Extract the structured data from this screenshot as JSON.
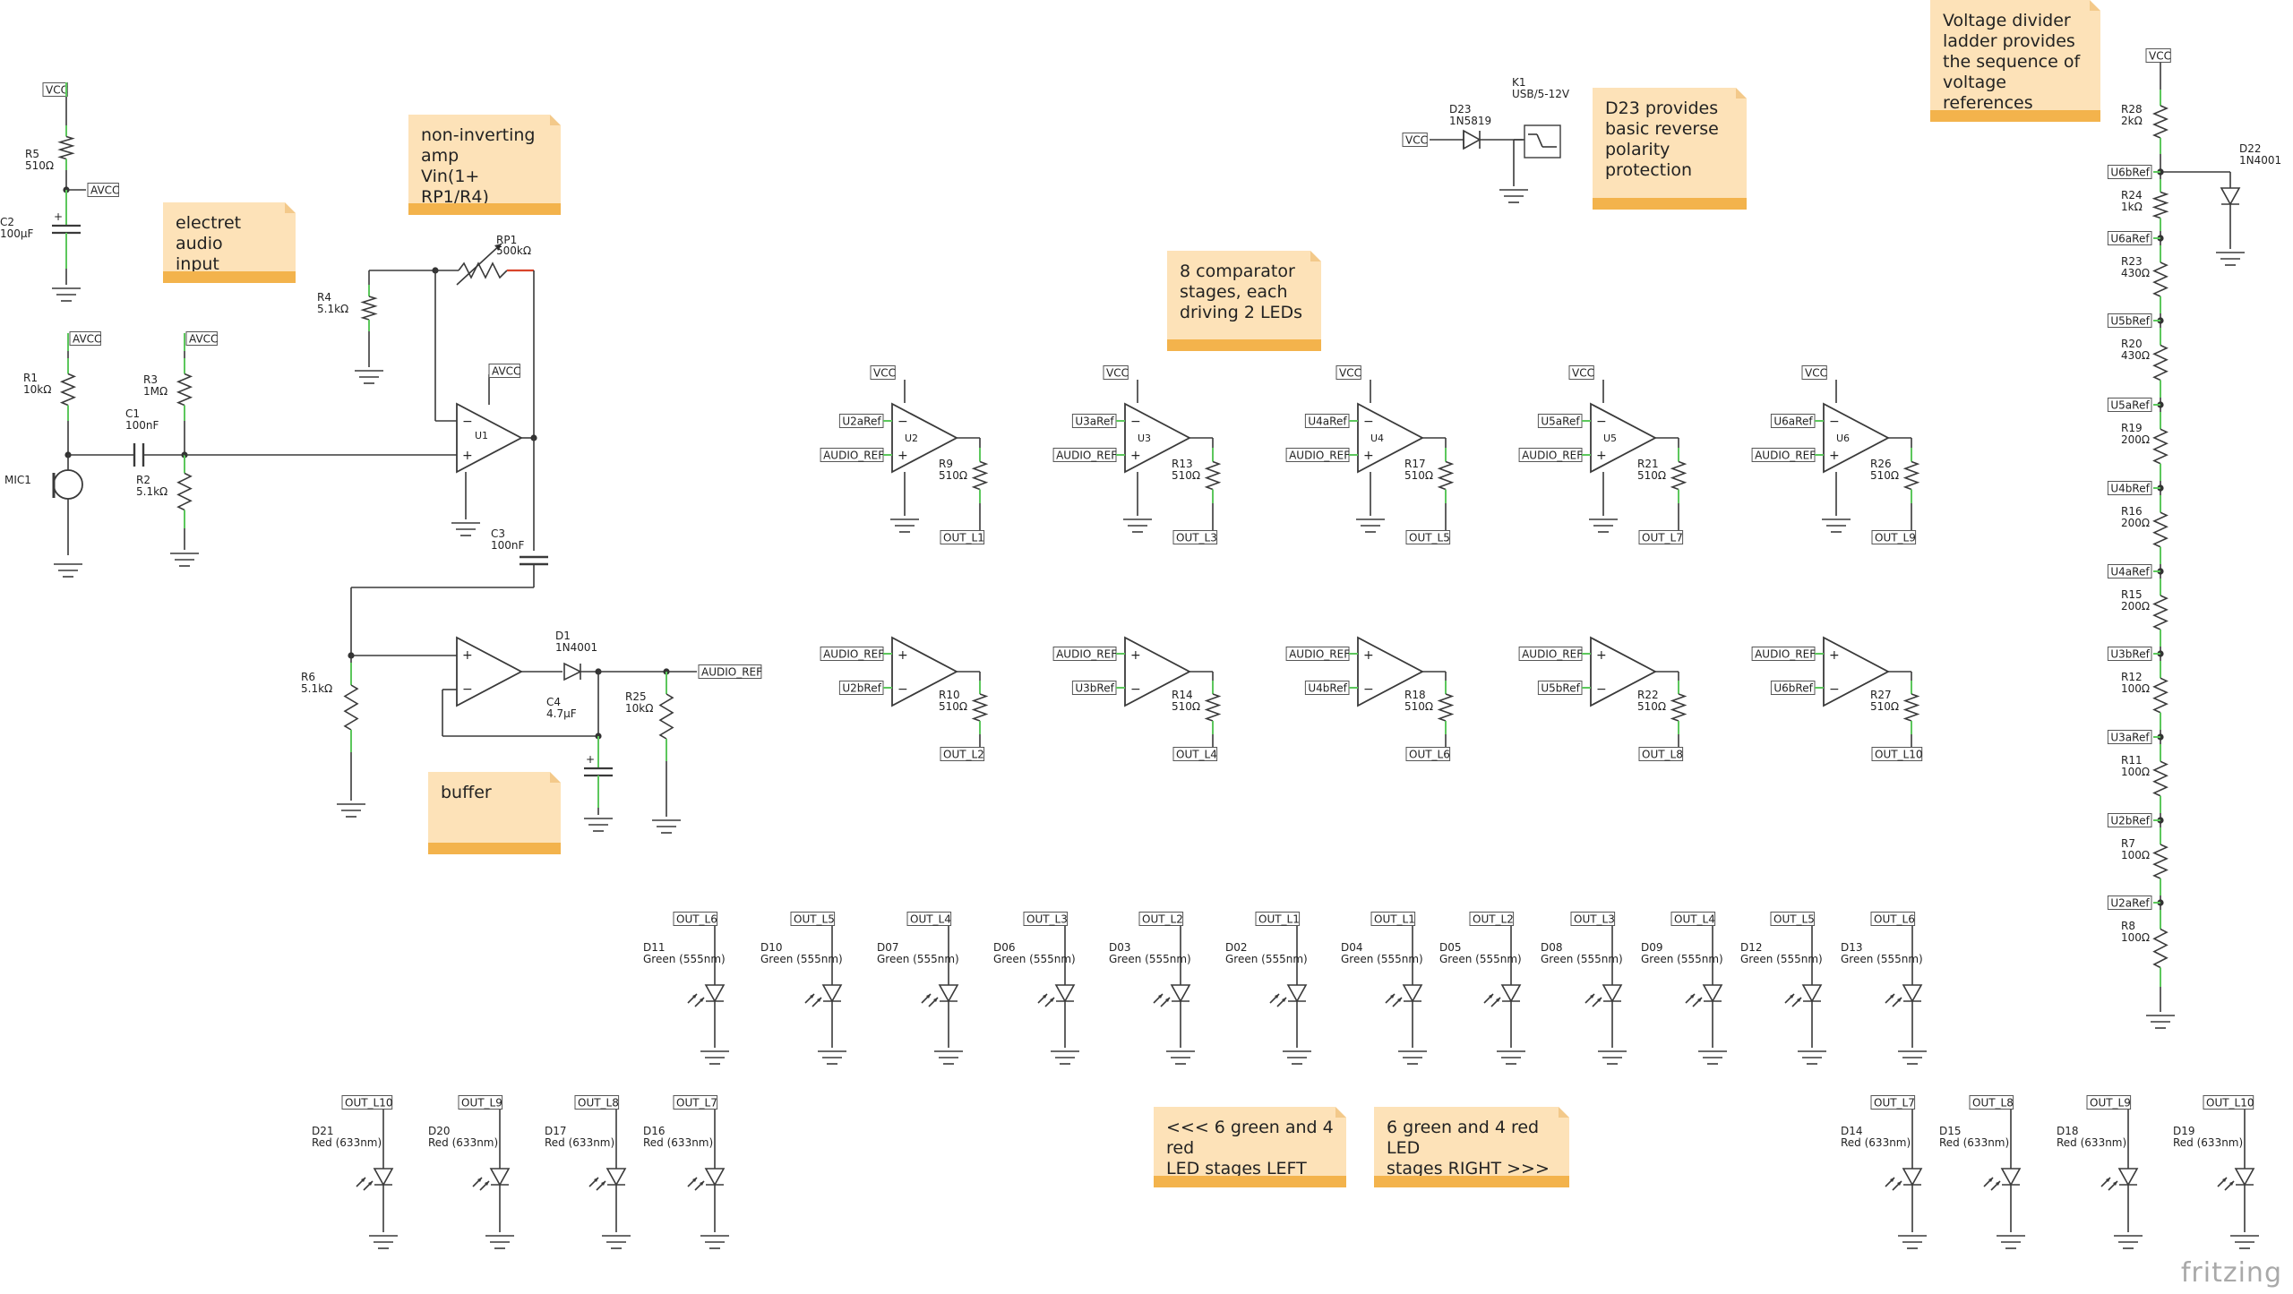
{
  "notes": [
    {
      "text": "electret audio\ninput"
    },
    {
      "text": "non-inverting\namp\nVin(1+ RP1/R4)"
    },
    {
      "text": "buffer"
    },
    {
      "text": "8 comparator\nstages, each\ndriving 2 LEDs"
    },
    {
      "text": "D23 provides\nbasic reverse\npolarity\nprotection"
    },
    {
      "text": "Voltage divider\nladder provides\nthe sequence of\nvoltage references"
    },
    {
      "text": "<<< 6 green and 4 red\nLED stages LEFT"
    },
    {
      "text": "6 green and 4 red LED\nstages RIGHT >>>"
    }
  ],
  "input_section": {
    "vcc_label": "VCC",
    "avcc_label": "AVCC",
    "r5": {
      "ref": "R5",
      "value": "510Ω"
    },
    "c2": {
      "ref": "C2",
      "value": "100µF"
    },
    "r1": {
      "ref": "R1",
      "value": "10kΩ"
    },
    "r3": {
      "ref": "R3",
      "value": "1MΩ"
    },
    "c1": {
      "ref": "C1",
      "value": "100nF"
    },
    "r2": {
      "ref": "R2",
      "value": "5.1kΩ"
    },
    "mic": {
      "ref": "MIC1"
    }
  },
  "amp_section": {
    "r4": {
      "ref": "R4",
      "value": "5.1kΩ"
    },
    "rp1": {
      "ref": "RP1",
      "value": "500kΩ"
    },
    "u1": {
      "ref": "U1"
    },
    "avcc_label": "AVCC",
    "c3": {
      "ref": "C3",
      "value": "100nF"
    },
    "r6": {
      "ref": "R6",
      "value": "5.1kΩ"
    },
    "d1": {
      "ref": "D1",
      "value": "1N4001"
    },
    "c4": {
      "ref": "C4",
      "value": "4.7µF"
    },
    "r25": {
      "ref": "R25",
      "value": "10kΩ"
    },
    "audio_ref_label": "AUDIO_REF"
  },
  "power_section": {
    "k1": {
      "ref": "K1",
      "value": "USB/5-12V"
    },
    "d23": {
      "ref": "D23",
      "value": "1N5819"
    },
    "vcc_label": "VCC"
  },
  "comparators": [
    {
      "u": "U2",
      "vcc": "VCC",
      "ref_a": "U2aRef",
      "ref_b": "U2bRef",
      "audio": "AUDIO_REF",
      "r_top": "R9",
      "r_top_val": "510Ω",
      "out_top": "OUT_L1",
      "r_bot": "R10",
      "r_bot_val": "510Ω",
      "out_bot": "OUT_L2"
    },
    {
      "u": "U3",
      "vcc": "VCC",
      "ref_a": "U3aRef",
      "ref_b": "U3bRef",
      "audio": "AUDIO_REF",
      "r_top": "R13",
      "r_top_val": "510Ω",
      "out_top": "OUT_L3",
      "r_bot": "R14",
      "r_bot_val": "510Ω",
      "out_bot": "OUT_L4"
    },
    {
      "u": "U4",
      "vcc": "VCC",
      "ref_a": "U4aRef",
      "ref_b": "U4bRef",
      "audio": "AUDIO_REF",
      "r_top": "R17",
      "r_top_val": "510Ω",
      "out_top": "OUT_L5",
      "r_bot": "R18",
      "r_bot_val": "510Ω",
      "out_bot": "OUT_L6"
    },
    {
      "u": "U5",
      "vcc": "VCC",
      "ref_a": "U5aRef",
      "ref_b": "U5bRef",
      "audio": "AUDIO_REF",
      "r_top": "R21",
      "r_top_val": "510Ω",
      "out_top": "OUT_L7",
      "r_bot": "R22",
      "r_bot_val": "510Ω",
      "out_bot": "OUT_L8"
    },
    {
      "u": "U6",
      "vcc": "VCC",
      "ref_a": "U6aRef",
      "ref_b": "U6bRef",
      "audio": "AUDIO_REF",
      "r_top": "R26",
      "r_top_val": "510Ω",
      "out_top": "OUT_L9",
      "r_bot": "R27",
      "r_bot_val": "510Ω",
      "out_bot": "OUT_L10"
    }
  ],
  "ladder": {
    "vcc": "VCC",
    "d22": {
      "ref": "D22",
      "value": "1N4001"
    },
    "resistors": [
      {
        "ref": "R28",
        "value": "2kΩ"
      },
      {
        "ref": "R24",
        "value": "1kΩ"
      },
      {
        "ref": "R23",
        "value": "430Ω"
      },
      {
        "ref": "R20",
        "value": "430Ω"
      },
      {
        "ref": "R19",
        "value": "200Ω"
      },
      {
        "ref": "R16",
        "value": "200Ω"
      },
      {
        "ref": "R15",
        "value": "200Ω"
      },
      {
        "ref": "R12",
        "value": "100Ω"
      },
      {
        "ref": "R11",
        "value": "100Ω"
      },
      {
        "ref": "R7",
        "value": "100Ω"
      },
      {
        "ref": "R8",
        "value": "100Ω"
      }
    ],
    "taps": [
      "U6bRef",
      "U6aRef",
      "U5bRef",
      "U5aRef",
      "U4bRef",
      "U4aRef",
      "U3bRef",
      "U3aRef",
      "U2bRef",
      "U2aRef"
    ]
  },
  "green_leds": [
    {
      "out": "OUT_L6",
      "ref": "D11",
      "value": "Green (555nm)"
    },
    {
      "out": "OUT_L5",
      "ref": "D10",
      "value": "Green (555nm)"
    },
    {
      "out": "OUT_L4",
      "ref": "D07",
      "value": "Green (555nm)"
    },
    {
      "out": "OUT_L3",
      "ref": "D06",
      "value": "Green (555nm)"
    },
    {
      "out": "OUT_L2",
      "ref": "D03",
      "value": "Green (555nm)"
    },
    {
      "out": "OUT_L1",
      "ref": "D02",
      "value": "Green (555nm)"
    },
    {
      "out": "OUT_L1",
      "ref": "D04",
      "value": "Green (555nm)"
    },
    {
      "out": "OUT_L2",
      "ref": "D05",
      "value": "Green (555nm)"
    },
    {
      "out": "OUT_L3",
      "ref": "D08",
      "value": "Green (555nm)"
    },
    {
      "out": "OUT_L4",
      "ref": "D09",
      "value": "Green (555nm)"
    },
    {
      "out": "OUT_L5",
      "ref": "D12",
      "value": "Green (555nm)"
    },
    {
      "out": "OUT_L6",
      "ref": "D13",
      "value": "Green (555nm)"
    }
  ],
  "red_leds_left": [
    {
      "out": "OUT_L10",
      "ref": "D21",
      "value": "Red (633nm)"
    },
    {
      "out": "OUT_L9",
      "ref": "D20",
      "value": "Red (633nm)"
    },
    {
      "out": "OUT_L8",
      "ref": "D17",
      "value": "Red (633nm)"
    },
    {
      "out": "OUT_L7",
      "ref": "D16",
      "value": "Red (633nm)"
    }
  ],
  "red_leds_right": [
    {
      "out": "OUT_L7",
      "ref": "D14",
      "value": "Red (633nm)"
    },
    {
      "out": "OUT_L8",
      "ref": "D15",
      "value": "Red (633nm)"
    },
    {
      "out": "OUT_L9",
      "ref": "D18",
      "value": "Red (633nm)"
    },
    {
      "out": "OUT_L10",
      "ref": "D19",
      "value": "Red (633nm)"
    }
  ],
  "brand": "fritzing",
  "colors": {
    "wire": "#3a3a3a",
    "pin": "#5cc75c",
    "note_bg": "#fde2b8",
    "note_bar": "#f3b34c",
    "label_border": "#555555"
  }
}
